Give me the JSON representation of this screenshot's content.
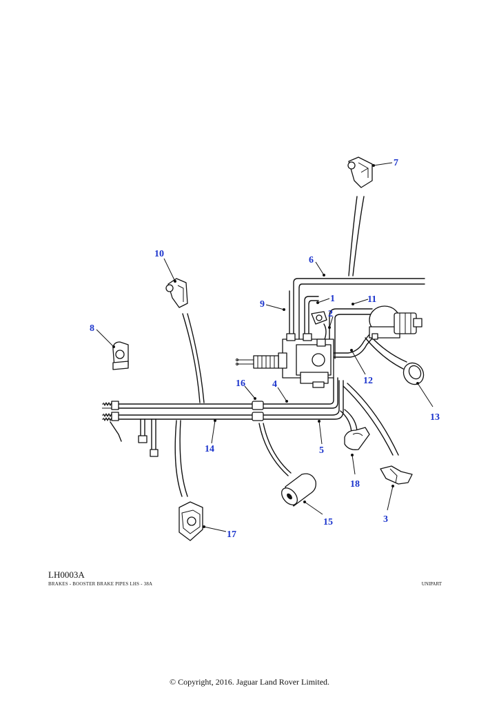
{
  "diagram": {
    "reference_code": "LH0003A",
    "description": "BRAKES - BOOSTER BRAKE PIPES LHS - 38A",
    "brand": "UNIPART",
    "copyright": "© Copyright, 2016. Jaguar Land Rover Limited.",
    "accent_color": "#1a33cc",
    "callouts": [
      "1",
      "2",
      "3",
      "4",
      "5",
      "6",
      "7",
      "8",
      "9",
      "10",
      "11",
      "12",
      "13",
      "14",
      "15",
      "16",
      "17",
      "18"
    ]
  }
}
